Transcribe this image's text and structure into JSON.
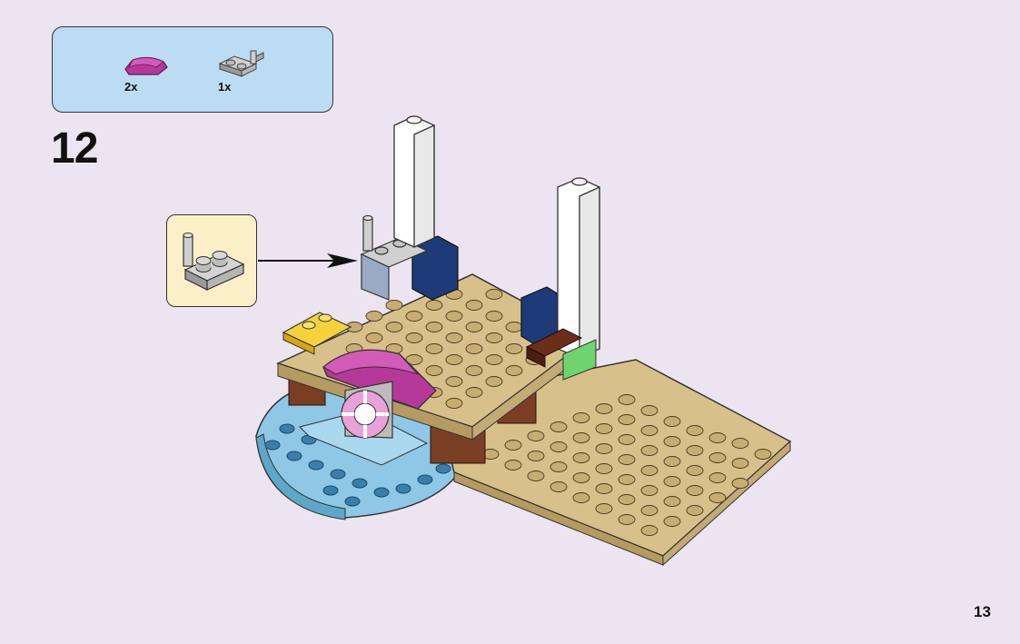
{
  "parts_needed": {
    "items": [
      {
        "name": "magenta-curved-slope",
        "count": "2x",
        "color": "#b6399a"
      },
      {
        "name": "gray-plate-with-bar",
        "count": "1x",
        "color": "#b3b3b3"
      }
    ]
  },
  "step": {
    "number": "12"
  },
  "page": {
    "number": "13"
  },
  "colors": {
    "background": "#ede4f2",
    "parts_box": "#bcdcf4",
    "callout_box": "#fbf0c8",
    "tan_plate": "#d8c08a",
    "light_blue_round": "#8ec8e6",
    "dark_blue_brick": "#1e3a78",
    "white_column": "#ffffff",
    "magenta_part": "#b6399a",
    "yellow_plate": "#f6d23a",
    "brown_pillar": "#7a3e24",
    "green_tile": "#6fd36f"
  }
}
